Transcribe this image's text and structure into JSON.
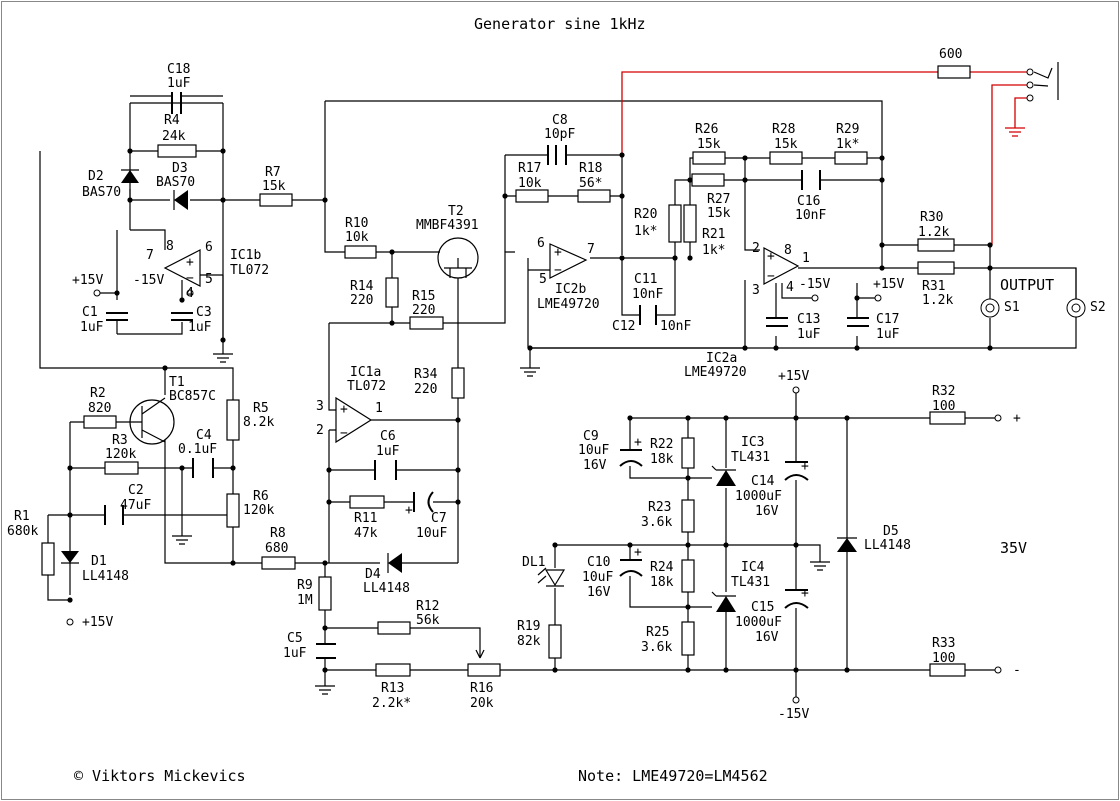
{
  "title": "Generator sine 1kHz",
  "author": "© Viktors Mickevics",
  "note": "Note: LME49720=LM4562",
  "supply_label": "35V",
  "output_label": "OUTPUT",
  "labels": {
    "c18": [
      "C18",
      "1uF"
    ],
    "r4": [
      "R4",
      "24k"
    ],
    "d2": [
      "D2",
      "BAS70"
    ],
    "d3": [
      "D3",
      "BAS70"
    ],
    "r7": [
      "R7",
      "15k"
    ],
    "ic1b": [
      "IC1b",
      "TL072"
    ],
    "c1": [
      "C1",
      "1uF"
    ],
    "c3": [
      "C3",
      "1uF"
    ],
    "r10": [
      "R10",
      "10k"
    ],
    "t2": [
      "T2",
      "MMBF4391"
    ],
    "r14": [
      "R14",
      "220"
    ],
    "r15": [
      "R15",
      "220"
    ],
    "r34": [
      "R34",
      "220"
    ],
    "c8": [
      "C8",
      "10pF"
    ],
    "r17": [
      "R17",
      "10k"
    ],
    "r18": [
      "R18",
      "56*"
    ],
    "ic2b": [
      "IC2b",
      "LME49720"
    ],
    "r20": [
      "R20",
      "1k*"
    ],
    "r21": [
      "R21",
      "1k*"
    ],
    "c11": [
      "C11",
      "10nF"
    ],
    "c12": [
      "C12",
      "10nF"
    ],
    "r26": [
      "R26",
      "15k"
    ],
    "r27": [
      "R27",
      "15k"
    ],
    "r28": [
      "R28",
      "15k"
    ],
    "r29": [
      "R29",
      "1k*"
    ],
    "c16": [
      "C16",
      "10nF"
    ],
    "ic2a": [
      "IC2a",
      "LME49720"
    ],
    "c13": [
      "C13",
      "1uF"
    ],
    "c17": [
      "C17",
      "1uF"
    ],
    "r30": [
      "R30",
      "1.2k"
    ],
    "r31": [
      "R31",
      "1.2k"
    ],
    "r600": [
      "600"
    ],
    "s1": [
      "S1"
    ],
    "s2": [
      "S2"
    ],
    "t1": [
      "T1",
      "BC857C"
    ],
    "r2": [
      "R2",
      "820"
    ],
    "r3": [
      "R3",
      "120k"
    ],
    "c4": [
      "C4",
      "0.1uF"
    ],
    "r5": [
      "R5",
      "8.2k"
    ],
    "r6": [
      "R6",
      "120k"
    ],
    "c2": [
      "C2",
      "47uF"
    ],
    "r1": [
      "R1",
      "680k"
    ],
    "d1": [
      "D1",
      "LL4148"
    ],
    "r8": [
      "R8",
      "680"
    ],
    "ic1a": [
      "IC1a",
      "TL072"
    ],
    "c6": [
      "C6",
      "1uF"
    ],
    "r11": [
      "R11",
      "47k"
    ],
    "c7": [
      "C7",
      "10uF"
    ],
    "d4": [
      "D4",
      "LL4148"
    ],
    "r9": [
      "R9",
      "1M"
    ],
    "c5": [
      "C5",
      "1uF"
    ],
    "r12": [
      "R12",
      "56k"
    ],
    "r13": [
      "R13",
      "2.2k*"
    ],
    "r16": [
      "R16",
      "20k"
    ],
    "c9": [
      "C9",
      "10uF",
      "16V"
    ],
    "r22": [
      "R22",
      "18k"
    ],
    "ic3": [
      "IC3",
      "TL431"
    ],
    "c14": [
      "C14",
      "1000uF",
      "16V"
    ],
    "r23": [
      "R23",
      "3.6k"
    ],
    "dl1": [
      "DL1"
    ],
    "c10": [
      "C10",
      "10uF",
      "16V"
    ],
    "r24": [
      "R24",
      "18k"
    ],
    "ic4": [
      "IC4",
      "TL431"
    ],
    "c15": [
      "C15",
      "1000uF",
      "16V"
    ],
    "r25": [
      "R25",
      "3.6k"
    ],
    "r19": [
      "R19",
      "82k"
    ],
    "d5": [
      "D5",
      "LL4148"
    ],
    "r32": [
      "R32",
      "100"
    ],
    "r33": [
      "R33",
      "100"
    ]
  },
  "supplies": {
    "p15_ic1b": "+15V",
    "m15_ic1b": "-15V",
    "m15_ic2a": "-15V",
    "p15_ic2a": "+15V",
    "p15_d1": "+15V",
    "p15_top": "+15V",
    "m15_bottom": "-15V",
    "plus": "+",
    "minus": "-"
  },
  "pins": {
    "ic1b_in": "8",
    "ic1b_6": "6",
    "ic1b_7": "7",
    "ic1b_4": "4",
    "ic1b_5": "5",
    "ic2b_6": "6",
    "ic2b_7": "7",
    "ic2b_5": "5",
    "ic2a_2": "2",
    "ic2a_8": "8",
    "ic2a_1": "1",
    "ic2a_3": "3",
    "ic2a_4": "4",
    "ic1a_3": "3",
    "ic1a_1": "1",
    "ic1a_2": "2"
  }
}
